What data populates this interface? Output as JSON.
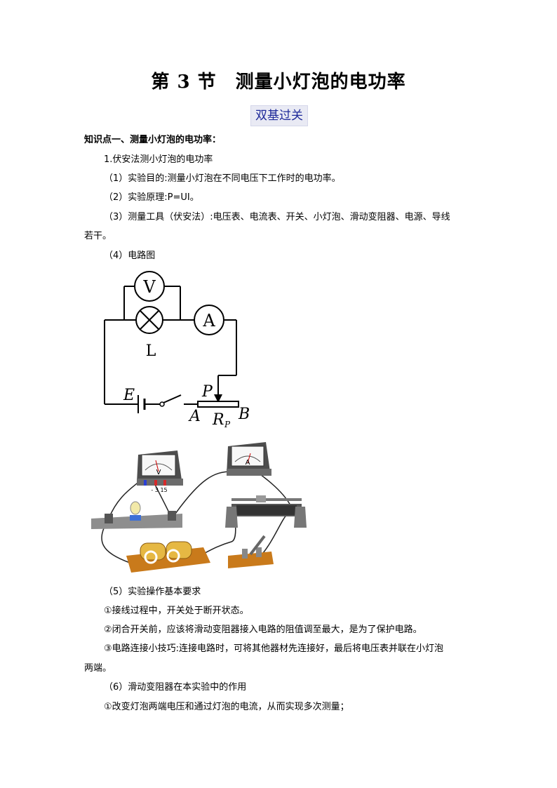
{
  "title": "第 3 节　测量小灯泡的电功率",
  "section_label": "双基过关",
  "knowledge_point": "知识点一、测量小灯泡的电功率：",
  "subtitle_1": "1.伏安法测小灯泡的电功率",
  "item_1": "（1）实验目的:测量小灯泡在不同电压下工作时的电功率。",
  "item_2": "（2）实验原理:P=UI。",
  "item_3_line1": "（3）测量工具（伏安法）:电压表、电流表、开关、小灯泡、滑动变阻器、电源、导线",
  "item_3_line2": "若干。",
  "item_4": "（4）电路图",
  "circuit_labels": {
    "voltmeter": "V",
    "ammeter": "A",
    "lamp": "L",
    "source": "E",
    "slider": "P",
    "end_a": "A",
    "end_b": "B",
    "rheostat": "R",
    "rheostat_sub": "P"
  },
  "meter_labels": {
    "volt_face": "V",
    "amp_face": "A",
    "volt_terminals": "- 3 15"
  },
  "item_5": "（5）实验操作基本要求",
  "item_5_1": "①接线过程中，开关处于断开状态。",
  "item_5_2": "②闭合开关前，应该将滑动变阻器接入电路的阻值调至最大，是为了保护电路。",
  "item_5_3_line1": "③电路连接小技巧:连接电路时，可将其他器材先连接好，最后将电压表并联在小灯泡",
  "item_5_3_line2": "两端。",
  "item_6": "（6）滑动变阻器在本实验中的作用",
  "item_6_1": "①改变灯泡两端电压和通过灯泡的电流，从而实现多次测量；"
}
